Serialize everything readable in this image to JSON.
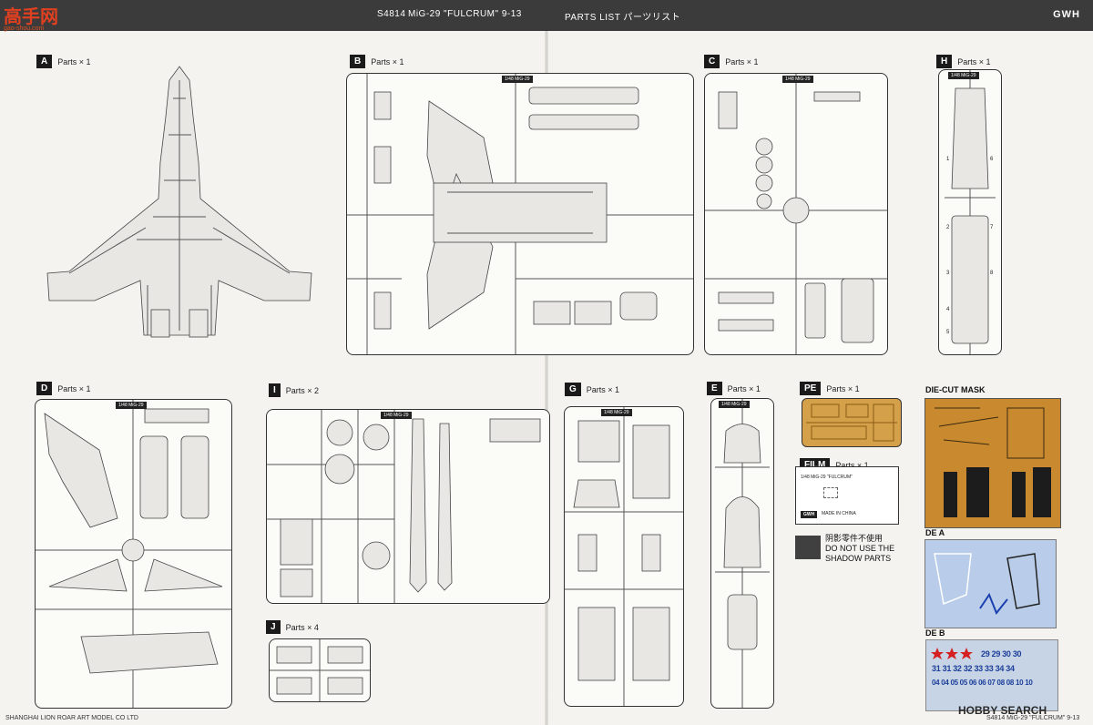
{
  "header": {
    "watermark": "高手网",
    "watermark_sub": "gao-shou.com",
    "title_code": "S4814",
    "title_model": "MiG-29 \"FULCRUM\" 9-13",
    "title_parts": "PARTS LIST パーツリスト",
    "brand": "GWH"
  },
  "panels": {
    "A": {
      "key": "A",
      "qty": "Parts × 1"
    },
    "B": {
      "key": "B",
      "qty": "Parts × 1"
    },
    "C": {
      "key": "C",
      "qty": "Parts × 1"
    },
    "H": {
      "key": "H",
      "qty": "Parts × 1"
    },
    "D": {
      "key": "D",
      "qty": "Parts × 1"
    },
    "I": {
      "key": "I",
      "qty": "Parts × 2"
    },
    "G": {
      "key": "G",
      "qty": "Parts × 1"
    },
    "E": {
      "key": "E",
      "qty": "Parts × 1"
    },
    "PE": {
      "key": "PE",
      "qty": "Parts × 1"
    },
    "FILM": {
      "key": "FILM",
      "qty": "Parts × 1"
    },
    "J": {
      "key": "J",
      "qty": "Parts × 4"
    }
  },
  "sprue_tag": "1/48 MiG-29",
  "film": {
    "line1": "1/48 MiG-29 \"FULCRUM\"",
    "made": "MADE IN CHINA",
    "brand": "GWH"
  },
  "shadow_note": {
    "zh": "阴影零件不使用",
    "en1": "DO NOT USE THE",
    "en2": "SHADOW PARTS"
  },
  "decals": {
    "mask_title": "DIE-CUT MASK",
    "dea_title": "DE A",
    "deb_title": "DE B",
    "deb_row1": "29 29 30 30",
    "deb_row2": "31 31 32 32 33 33 34 34",
    "deb_row3": "04 04 05 05 06 06 07 08 08 10 10"
  },
  "footer": {
    "left": "SHANGHAI LION ROAR ART MODEL CO LTD",
    "right": "S4814 MiG-29 \"FULCRUM\" 9-13",
    "watermark": "HOBBY SEARCH"
  },
  "h_numbers": [
    "1",
    "2",
    "3",
    "4",
    "5",
    "6",
    "7",
    "8"
  ]
}
